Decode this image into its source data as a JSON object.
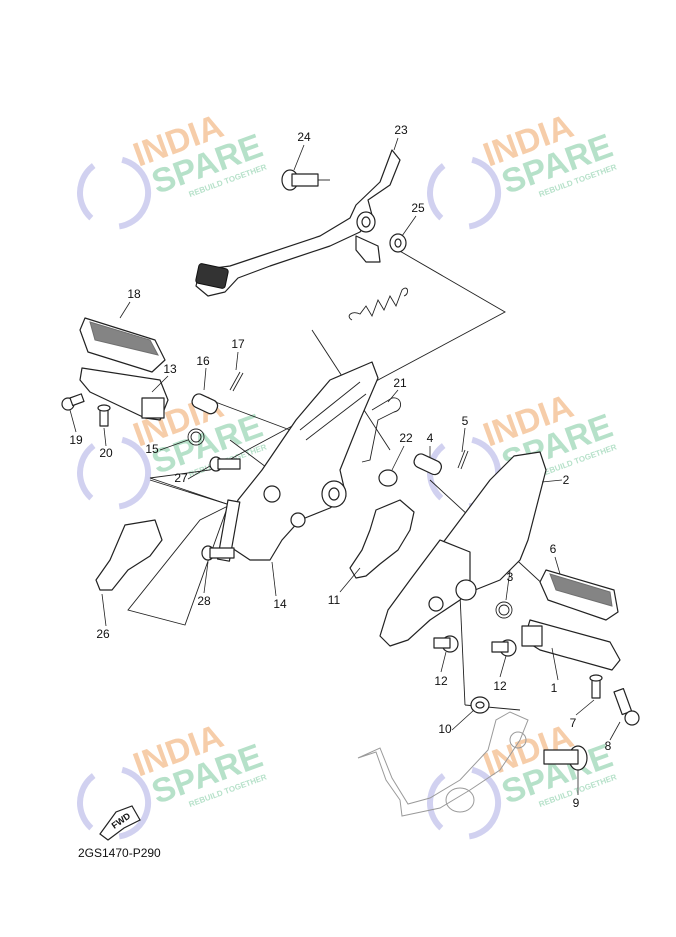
{
  "diagram_code": "2GS1470-P290",
  "fwd_label": "FWD",
  "watermark": {
    "line1": "INDIA",
    "line2": "SPARE",
    "tagline": "REBUILD TOGETHER",
    "color_orange": "#f5c49a",
    "color_green": "#a9dcc0",
    "color_blue": "#c9c9ee"
  },
  "callouts": [
    "1",
    "2",
    "3",
    "4",
    "5",
    "6",
    "7",
    "8",
    "9",
    "10",
    "11",
    "12",
    "12",
    "13",
    "14",
    "15",
    "16",
    "17",
    "18",
    "19",
    "20",
    "21",
    "22",
    "23",
    "24",
    "25",
    "26",
    "27",
    "28",
    "28"
  ]
}
